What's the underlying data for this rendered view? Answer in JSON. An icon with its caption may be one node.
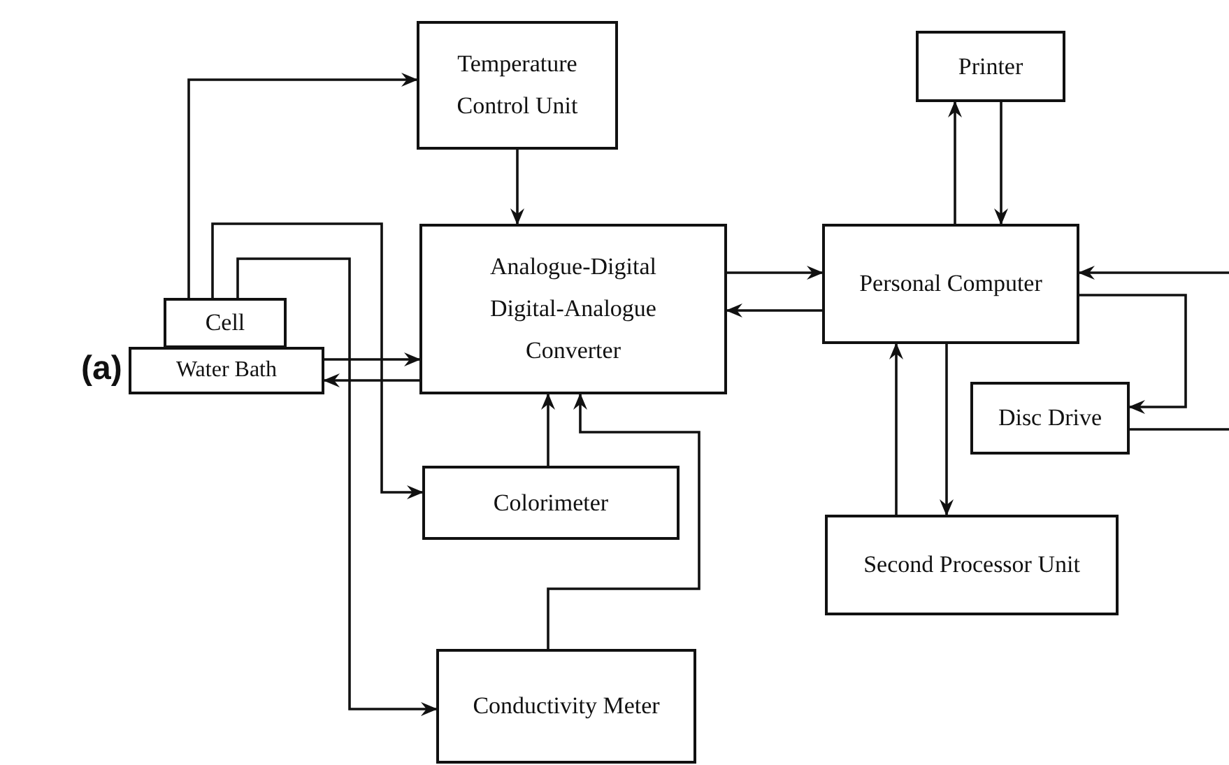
{
  "diagram": {
    "nodes": [
      {
        "text": [
          "Temperature Control Unit"
        ]
      },
      {
        "text": [
          "Printer"
        ]
      },
      {
        "text": [
          "Analogue-Digital Digital-Analogue Converter"
        ]
      },
      {
        "text": [
          "Personal Computer"
        ]
      },
      {
        "text": [
          "Cell"
        ]
      },
      {
        "text": [
          "Water Bath"
        ]
      },
      {
        "text": [
          "Disc Drive"
        ]
      },
      {
        "text": [
          "Colorimeter"
        ]
      },
      {
        "text": [
          "Second Processor Unit"
        ]
      },
      {
        "text": [
          "Conductivity Meter"
        ]
      }
    ],
    "edges": [
      {
        "from": 4,
        "to": 0,
        "arrow": "to"
      },
      {
        "from": 0,
        "to": 2,
        "arrow": "to"
      },
      {
        "from": 4,
        "to": 7,
        "arrow": "to"
      },
      {
        "from": 4,
        "to": 9,
        "arrow": "to"
      },
      {
        "from": 5,
        "to": 2,
        "arrow": "to"
      },
      {
        "from": 2,
        "to": 5,
        "arrow": "to"
      },
      {
        "from": 7,
        "to": 2,
        "arrow": "to"
      },
      {
        "from": 9,
        "to": 2,
        "arrow": "to"
      },
      {
        "from": 2,
        "to": 3,
        "arrow": "to"
      },
      {
        "from": 3,
        "to": 2,
        "arrow": "to"
      },
      {
        "from": 3,
        "to": 1,
        "arrow": "to"
      },
      {
        "from": 1,
        "to": 3,
        "arrow": "to"
      },
      {
        "from": null,
        "to": 3,
        "arrow": "to"
      },
      {
        "from": 3,
        "to": 6,
        "arrow": "to"
      },
      {
        "from": 6,
        "to": null,
        "arrow": "none"
      },
      {
        "from": 3,
        "to": 8,
        "arrow": "to"
      },
      {
        "from": 8,
        "to": 3,
        "arrow": "to"
      }
    ],
    "labels": [
      "(a)"
    ]
  }
}
